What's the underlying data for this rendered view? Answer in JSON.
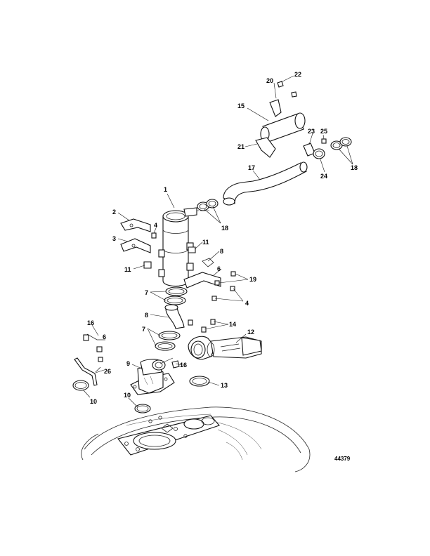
{
  "figure_reference": "44379",
  "callouts": {
    "c1": "1",
    "c2": "2",
    "c3": "3",
    "c4a": "4",
    "c4b": "4",
    "c6a": "6",
    "c6b": "6",
    "c7a": "7",
    "c7b": "7",
    "c8a": "8",
    "c8b": "8",
    "c9": "9",
    "c10a": "10",
    "c10b": "10",
    "c11a": "11",
    "c11b": "11",
    "c12": "12",
    "c13": "13",
    "c14": "14",
    "c15": "15",
    "c16a": "16",
    "c16b": "16",
    "c17": "17",
    "c18a": "18",
    "c18b": "18",
    "c19": "19",
    "c20": "20",
    "c21": "21",
    "c22": "22",
    "c23": "23",
    "c24": "24",
    "c25": "25",
    "c26": "26"
  }
}
